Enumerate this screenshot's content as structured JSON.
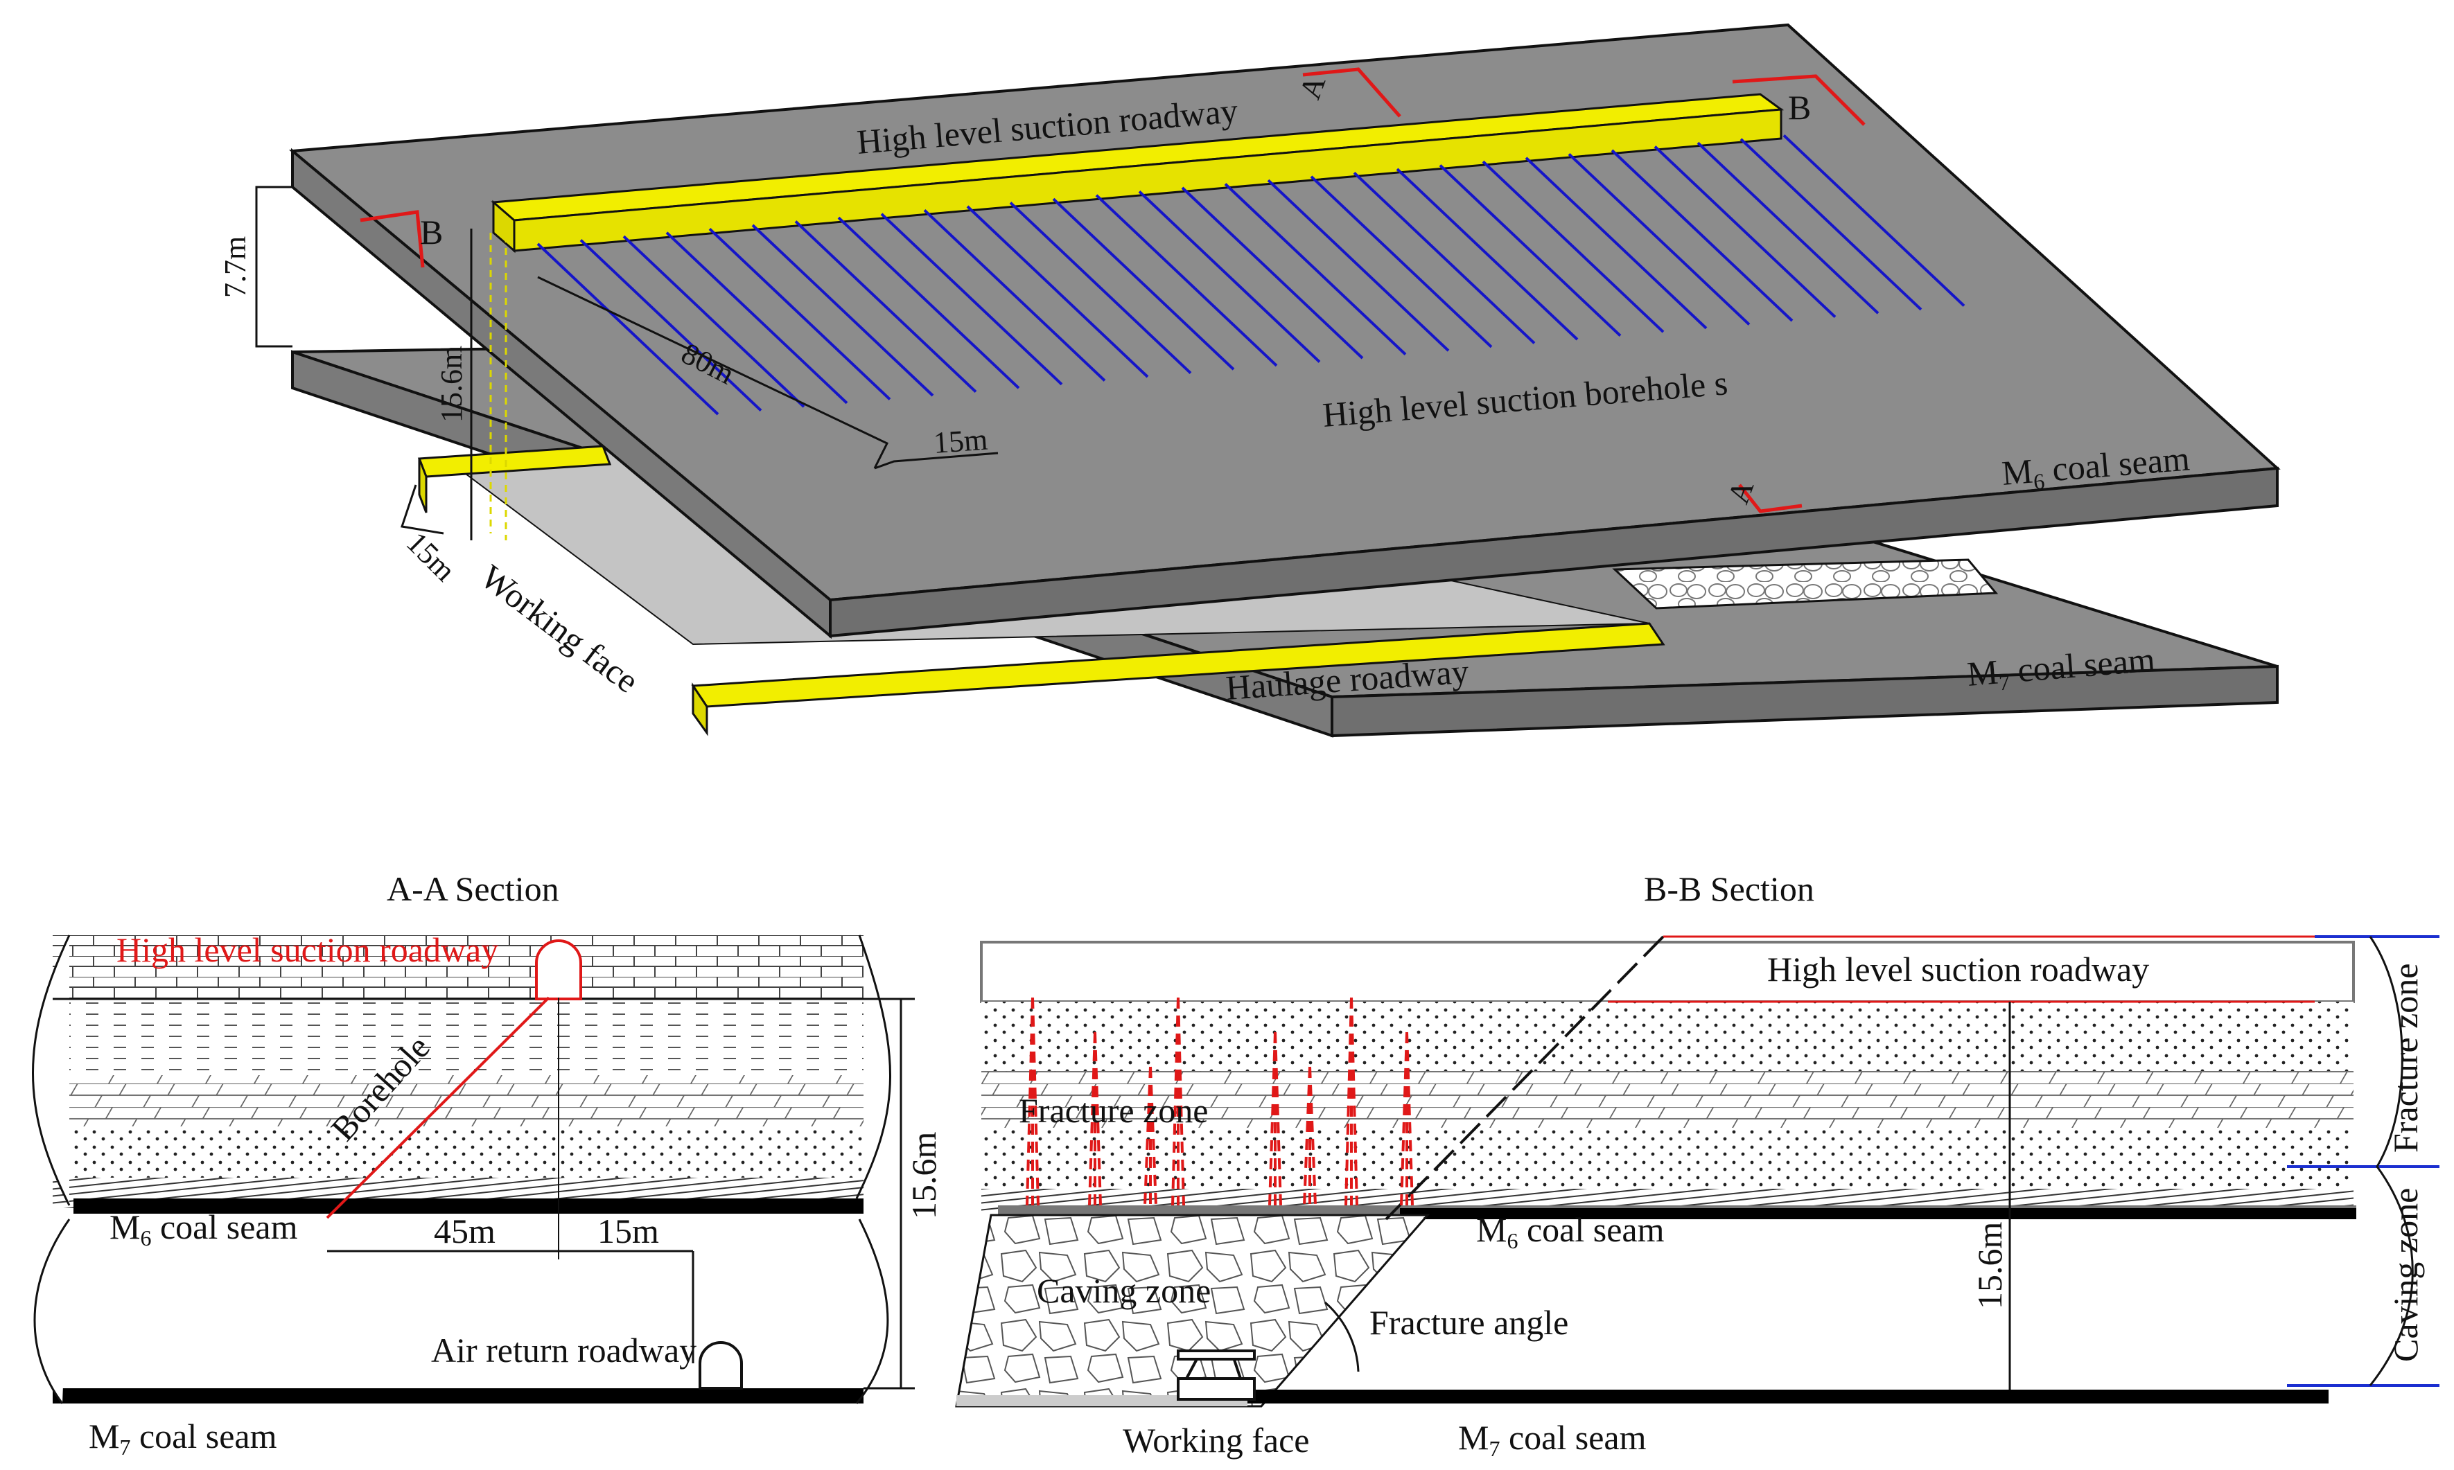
{
  "labels": {
    "high_level_suction_roadway": "High level suction roadway",
    "high_level_suction_boreholes": "High level suction borehole s",
    "m6_coal_seam_base": "M",
    "m6_sub": "6",
    "m7_sub": "7",
    "coal_seam_suffix": " coal seam",
    "working_face": "Working face",
    "haulage_roadway": "Haulage roadway",
    "dim_7_7m": "7.7m",
    "dim_15_6m": "15.6m",
    "dim_80m": "80m",
    "dim_15m": "15m",
    "dim_45m": "45m",
    "section_mark_a": "A",
    "section_mark_b": "B",
    "aa_section_title": "A-A Section",
    "bb_section_title": "B-B Section",
    "borehole": "Borehole",
    "air_return_roadway": "Air return roadway",
    "fracture_zone": "Fracture zone",
    "caving_zone": "Caving zone",
    "fracture_angle": "Fracture angle"
  },
  "colors": {
    "seam_top": "#8c8c8c",
    "seam_side": "#7a7a7a",
    "roadway_yellow": "#f2ee00",
    "borehole_blue": "#1515c8",
    "section_red": "#e01818",
    "coal_black": "#000000",
    "zone_line_blue": "#1b2fd0"
  },
  "icons": {
    "working_face_support": "hydraulic-support-icon",
    "air_return_roadway": "arched-tunnel-icon",
    "high_level_roadway": "arched-tunnel-icon"
  }
}
